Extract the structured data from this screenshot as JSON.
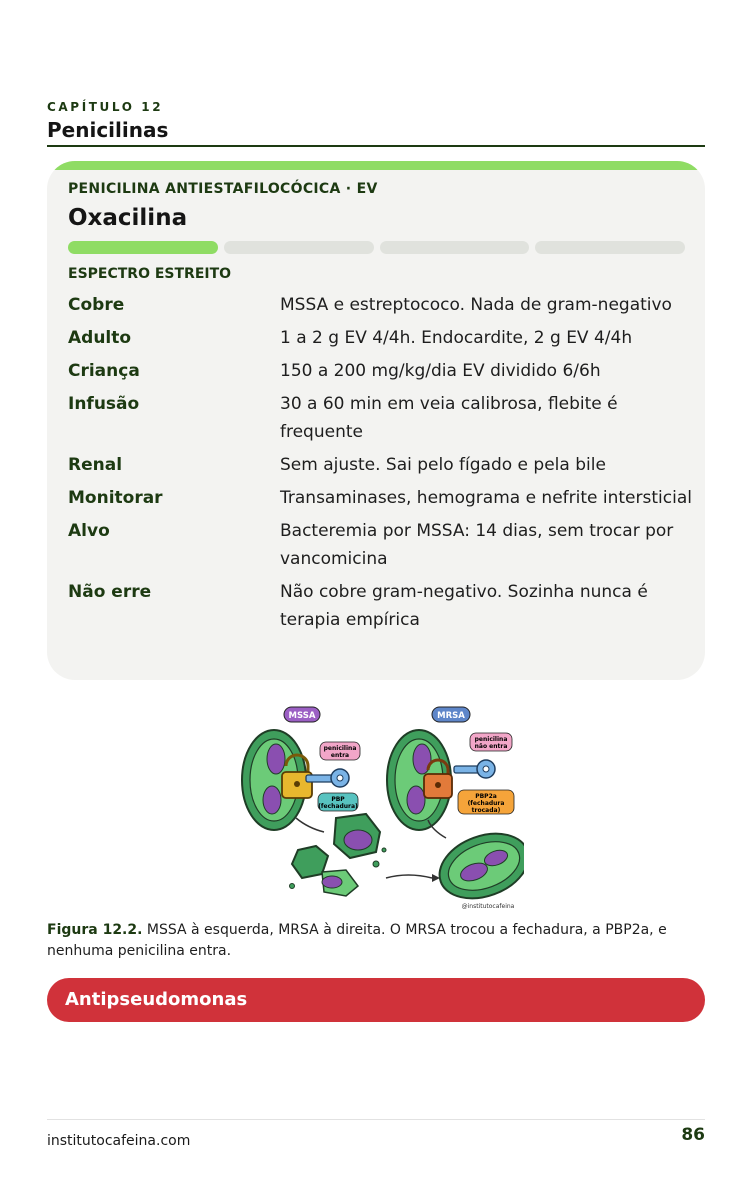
{
  "chapter": {
    "label": "CAPÍTULO 12",
    "title": "Penicilinas"
  },
  "card": {
    "drug_class": "PENICILINA ANTIESTAFILOCÓCICA · EV",
    "name": "Oxacilina",
    "progress": {
      "segments": 4,
      "active": 1
    },
    "spectrum": "ESPECTRO ESTREITO",
    "rows": [
      {
        "label": "Cobre",
        "value": "MSSA e estreptococo. Nada de gram-negativo"
      },
      {
        "label": "Adulto",
        "value": "1 a 2 g EV 4/4h. Endocardite, 2 g EV 4/4h"
      },
      {
        "label": "Criança",
        "value": "150 a 200 mg/kg/dia EV dividido 6/6h"
      },
      {
        "label": "Infusão",
        "value": "30 a 60 min em veia calibrosa, flebite é frequente"
      },
      {
        "label": "Renal",
        "value": "Sem ajuste. Sai pelo fígado e pela bile"
      },
      {
        "label": "Monitorar",
        "value": "Transaminases, hemograma e nefrite intersticial"
      },
      {
        "label": "Alvo",
        "value": "Bacteremia por MSSA: 14 dias, sem trocar por vancomicina"
      },
      {
        "label": "Não erre",
        "value": "Não cobre gram-negativo. Sozinha nunca é terapia empírica"
      }
    ]
  },
  "figure": {
    "mssa_label": "MSSA",
    "mrsa_label": "MRSA",
    "penicilina_entra": [
      "penicilina",
      "entra"
    ],
    "penicilina_nao_entra": [
      "penicilina",
      "não entra"
    ],
    "pbp": [
      "PBP",
      "(fechadura)"
    ],
    "pbp2a": [
      "PBP2a",
      "(fechadura",
      "trocada)"
    ],
    "credit": "@institutocafeina",
    "caption_prefix": "Figura 12.2.",
    "caption_text": " MSSA à esquerda, MRSA à direita. O MRSA trocou a fechadura, a PBP2a, e nenhuma penicilina entra."
  },
  "section": {
    "title": "Antipseudomonas"
  },
  "footer": {
    "site": "institutocafeina.com",
    "page": "86"
  },
  "colors": {
    "accent_green": "#8fdc64",
    "dark_green": "#1d3a12",
    "section_red": "#d0323a",
    "card_bg": "#f3f3f1"
  }
}
